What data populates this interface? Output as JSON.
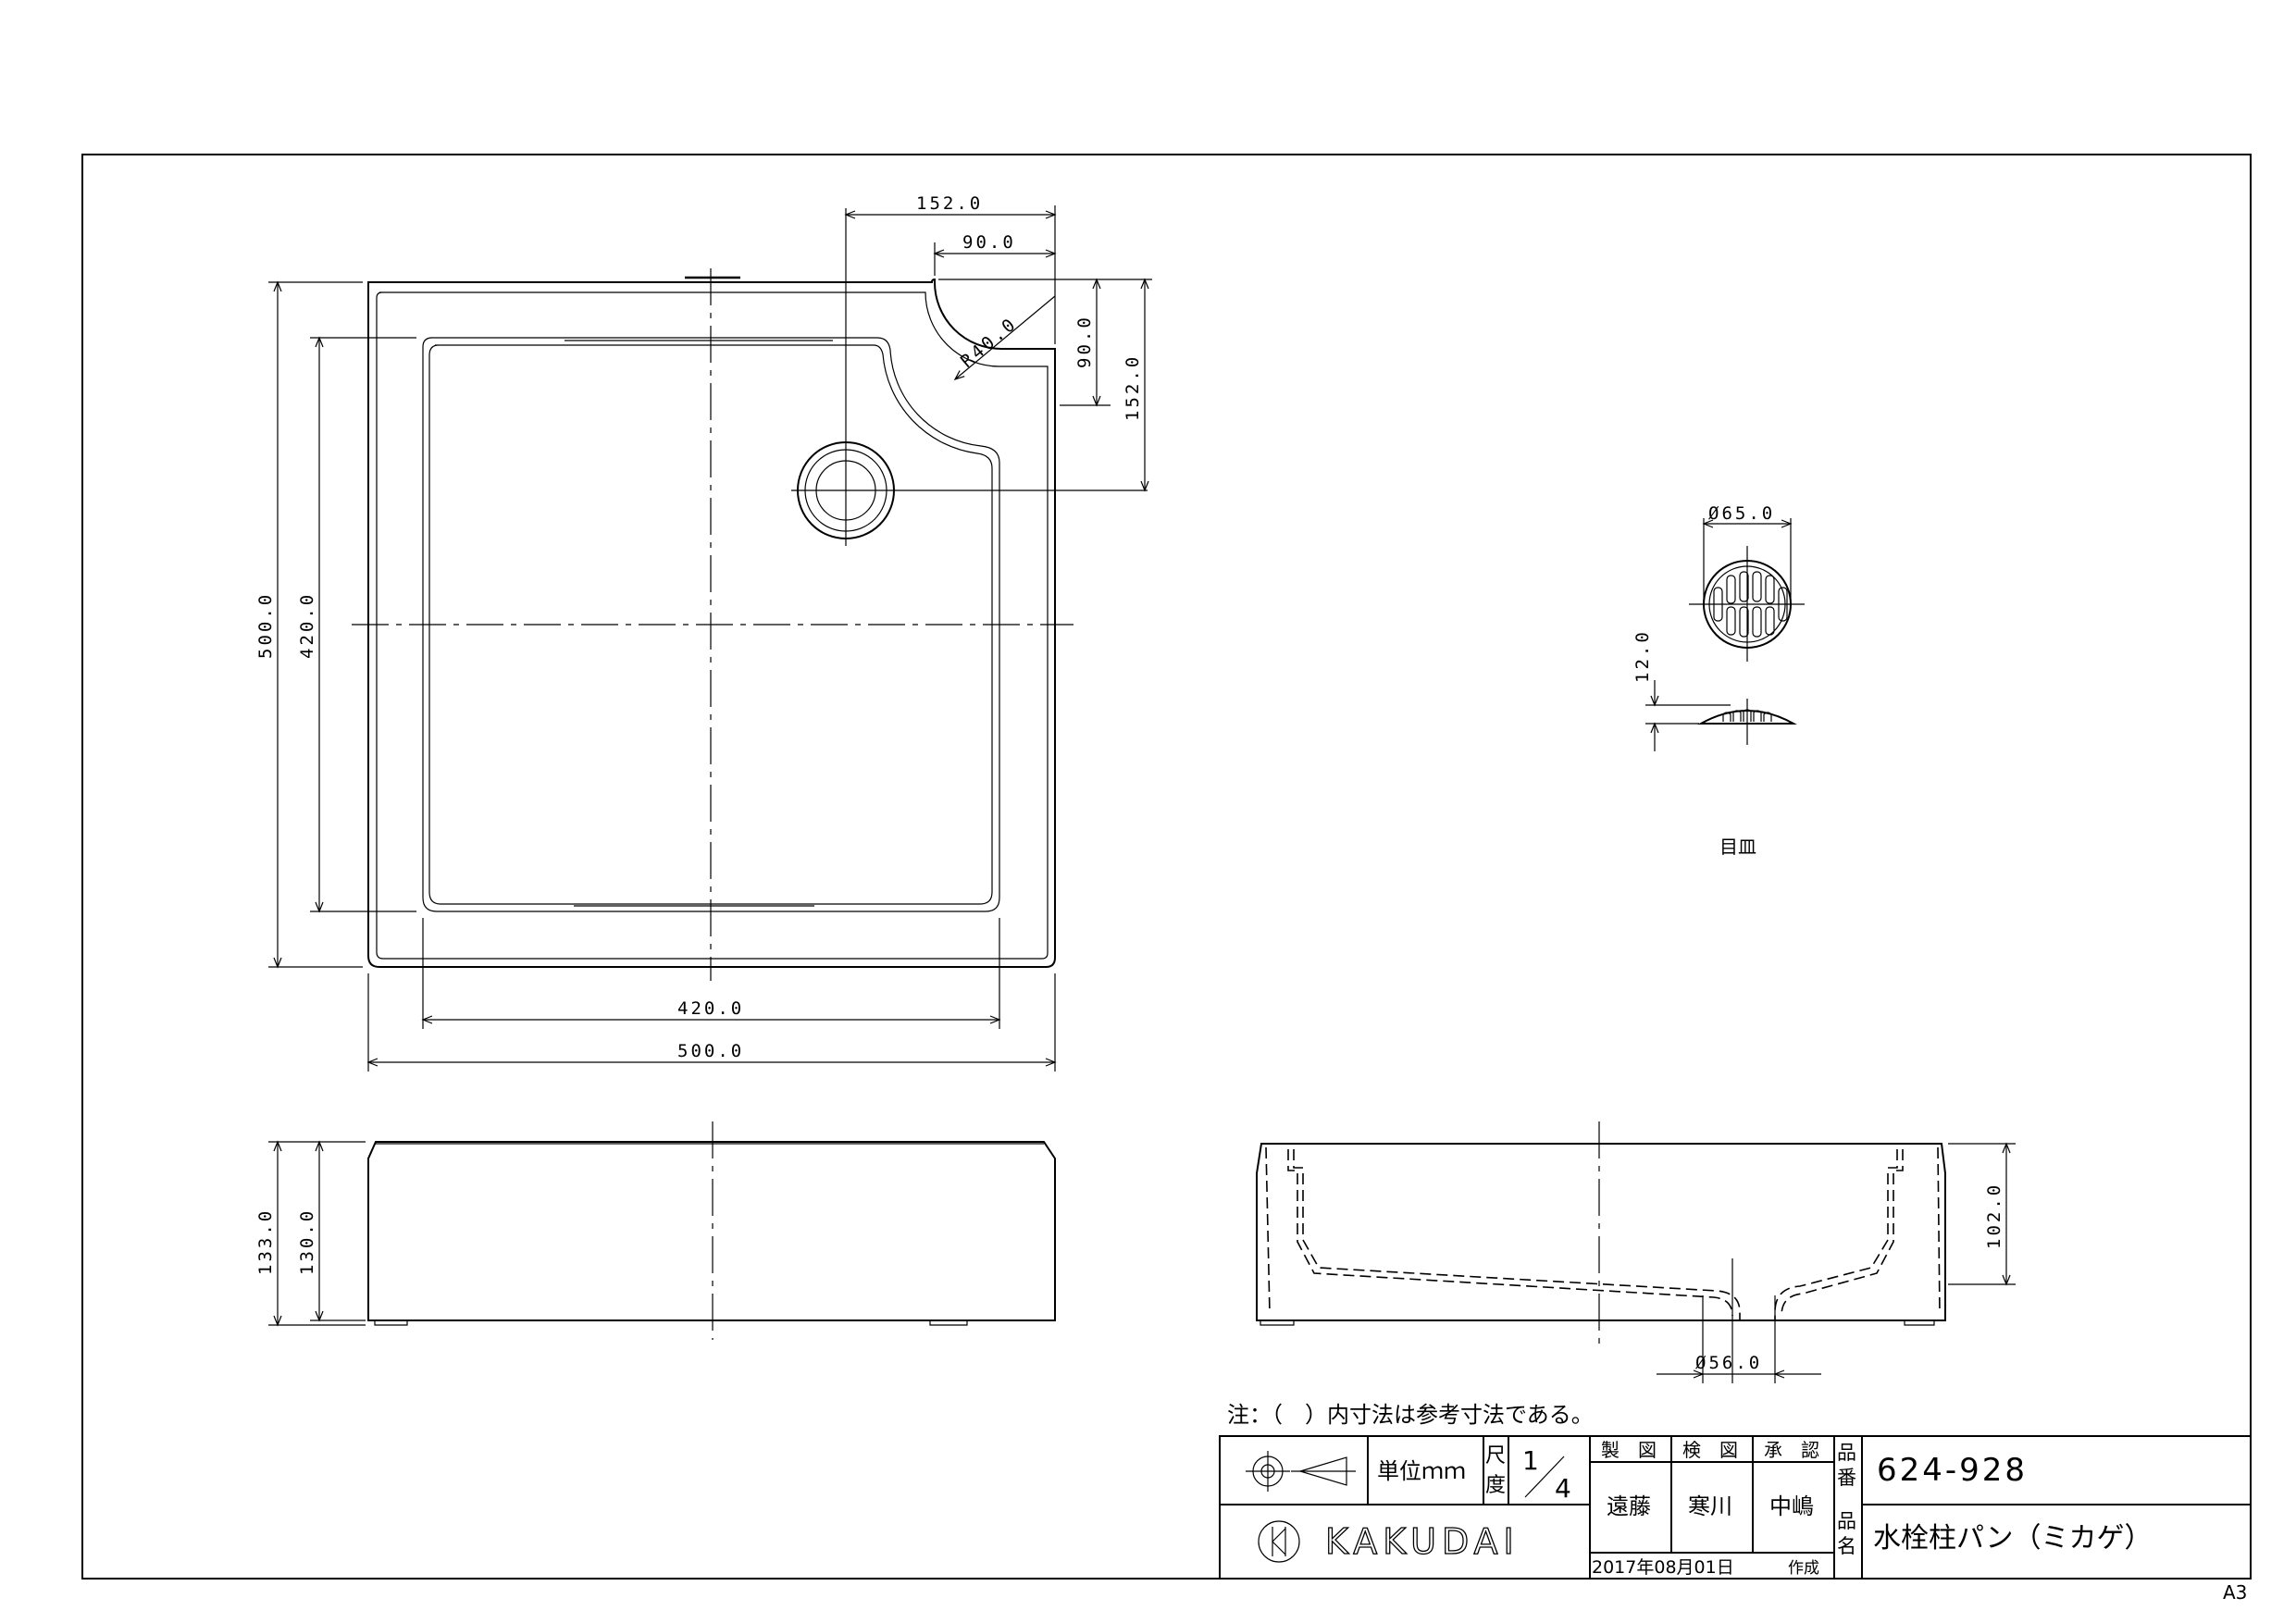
{
  "dimensions": {
    "top_152": "152.0",
    "top_90": "90.0",
    "radius": "R40.0",
    "right_90": "90.0",
    "right_152": "152.0",
    "left_500": "500.0",
    "left_420": "420.0",
    "bottom_420": "420.0",
    "bottom_500": "500.0",
    "side_133": "133.0",
    "side_130": "130.0",
    "section_102": "102.0",
    "drain_56": "Ø56.0",
    "grate_65": "Ø65.0",
    "grate_12": "12.0"
  },
  "labels": {
    "grate": "目皿",
    "note": "注：（　）内寸法は参考寸法である。",
    "sheet_size": "A3"
  },
  "title_block": {
    "unit": "単位ｍｍ",
    "scale_label_1": "尺",
    "scale_label_2": "度",
    "scale_num": "1",
    "scale_den": "4",
    "drawn_header": "製　図",
    "checked_header": "検　図",
    "approved_header": "承　認",
    "drawn_by": "遠藤",
    "checked_by": "寒川",
    "approved_by": "中嶋",
    "part_no_label_1": "品",
    "part_no_label_2": "番",
    "part_no": "624-928",
    "name_label_1": "品",
    "name_label_2": "名",
    "part_name": "水栓柱パン（ミカゲ）",
    "date": "2017年08月01日",
    "created": "作成",
    "brand": "KAKUDAI"
  }
}
